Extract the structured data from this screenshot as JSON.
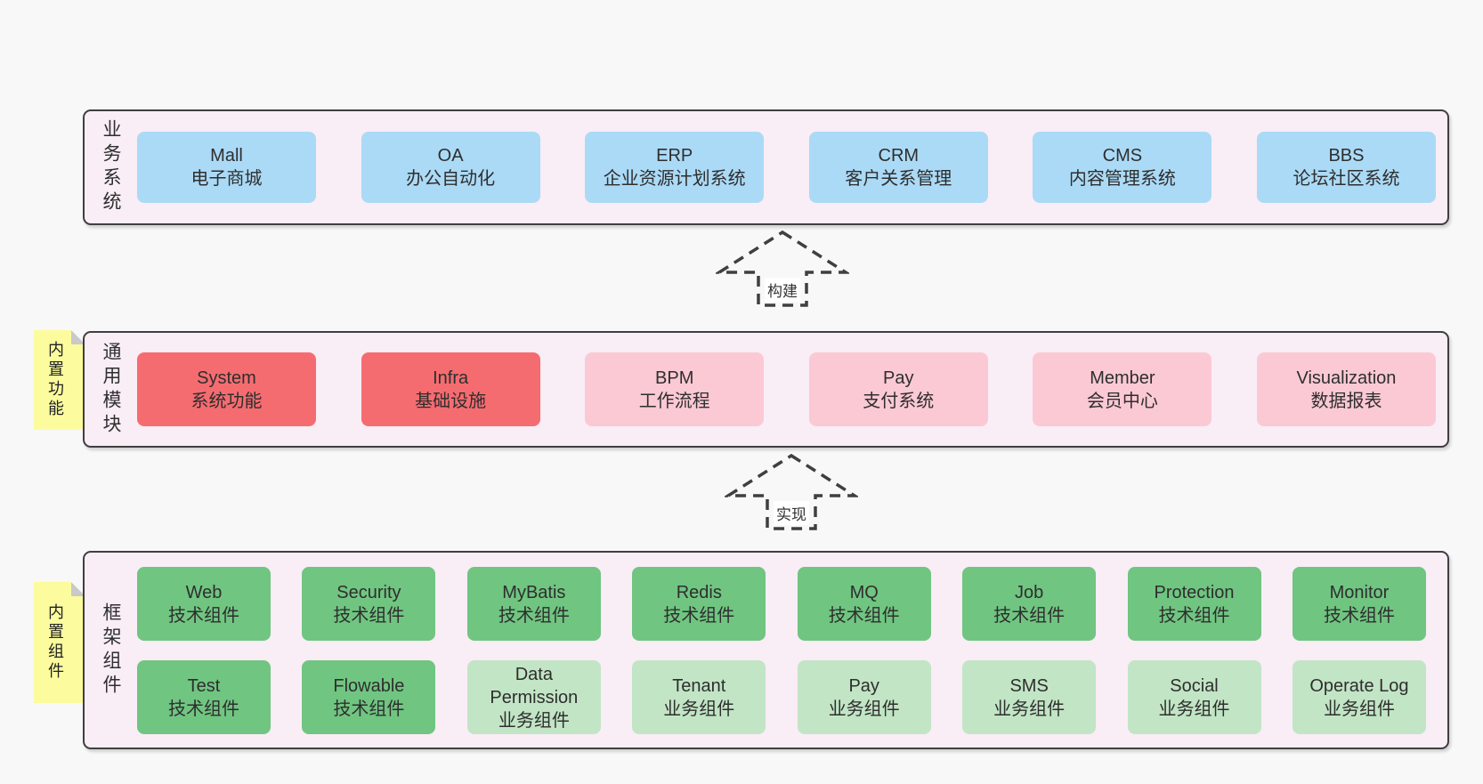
{
  "colors": {
    "page_bg": "#f8f8f8",
    "layer_bg": "#f9edf6",
    "border": "#3f3f3f",
    "text": "#333333",
    "blue": "#abdaf6",
    "red": "#f56c70",
    "pink": "#fbc9d4",
    "green": "#70c581",
    "lightgreen": "#c2e5c5",
    "note_yellow": "#fcfc9e",
    "fold_gray": "#c9c9c9"
  },
  "arrows": {
    "build": "构建",
    "implement": "实现"
  },
  "layers": {
    "business": {
      "label": "业务系统",
      "boxes": [
        {
          "title": "Mall",
          "subtitle": "电子商城",
          "variant": "blue"
        },
        {
          "title": "OA",
          "subtitle": "办公自动化",
          "variant": "blue"
        },
        {
          "title": "ERP",
          "subtitle": "企业资源计划系统",
          "variant": "blue"
        },
        {
          "title": "CRM",
          "subtitle": "客户关系管理",
          "variant": "blue"
        },
        {
          "title": "CMS",
          "subtitle": "内容管理系统",
          "variant": "blue"
        },
        {
          "title": "BBS",
          "subtitle": "论坛社区系统",
          "variant": "blue"
        }
      ]
    },
    "modules": {
      "label": "通用模块",
      "note": "内置功能",
      "boxes": [
        {
          "title": "System",
          "subtitle": "系统功能",
          "variant": "red"
        },
        {
          "title": "Infra",
          "subtitle": "基础设施",
          "variant": "red"
        },
        {
          "title": "BPM",
          "subtitle": "工作流程",
          "variant": "pink"
        },
        {
          "title": "Pay",
          "subtitle": "支付系统",
          "variant": "pink"
        },
        {
          "title": "Member",
          "subtitle": "会员中心",
          "variant": "pink"
        },
        {
          "title": "Visualization",
          "subtitle": "数据报表",
          "variant": "pink"
        }
      ]
    },
    "components": {
      "label": "框架组件",
      "note": "内置组件",
      "row1": [
        {
          "title": "Web",
          "subtitle": "技术组件",
          "variant": "green"
        },
        {
          "title": "Security",
          "subtitle": "技术组件",
          "variant": "green"
        },
        {
          "title": "MyBatis",
          "subtitle": "技术组件",
          "variant": "green"
        },
        {
          "title": "Redis",
          "subtitle": "技术组件",
          "variant": "green"
        },
        {
          "title": "MQ",
          "subtitle": "技术组件",
          "variant": "green"
        },
        {
          "title": "Job",
          "subtitle": "技术组件",
          "variant": "green"
        },
        {
          "title": "Protection",
          "subtitle": "技术组件",
          "variant": "green"
        },
        {
          "title": "Monitor",
          "subtitle": "技术组件",
          "variant": "green"
        }
      ],
      "row2": [
        {
          "title": "Test",
          "subtitle": "技术组件",
          "variant": "green"
        },
        {
          "title": "Flowable",
          "subtitle": "技术组件",
          "variant": "green"
        },
        {
          "title": "Data Permission",
          "subtitle": "业务组件",
          "variant": "lightgreen"
        },
        {
          "title": "Tenant",
          "subtitle": "业务组件",
          "variant": "lightgreen"
        },
        {
          "title": "Pay",
          "subtitle": "业务组件",
          "variant": "lightgreen"
        },
        {
          "title": "SMS",
          "subtitle": "业务组件",
          "variant": "lightgreen"
        },
        {
          "title": "Social",
          "subtitle": "业务组件",
          "variant": "lightgreen"
        },
        {
          "title": "Operate Log",
          "subtitle": "业务组件",
          "variant": "lightgreen"
        }
      ]
    }
  }
}
